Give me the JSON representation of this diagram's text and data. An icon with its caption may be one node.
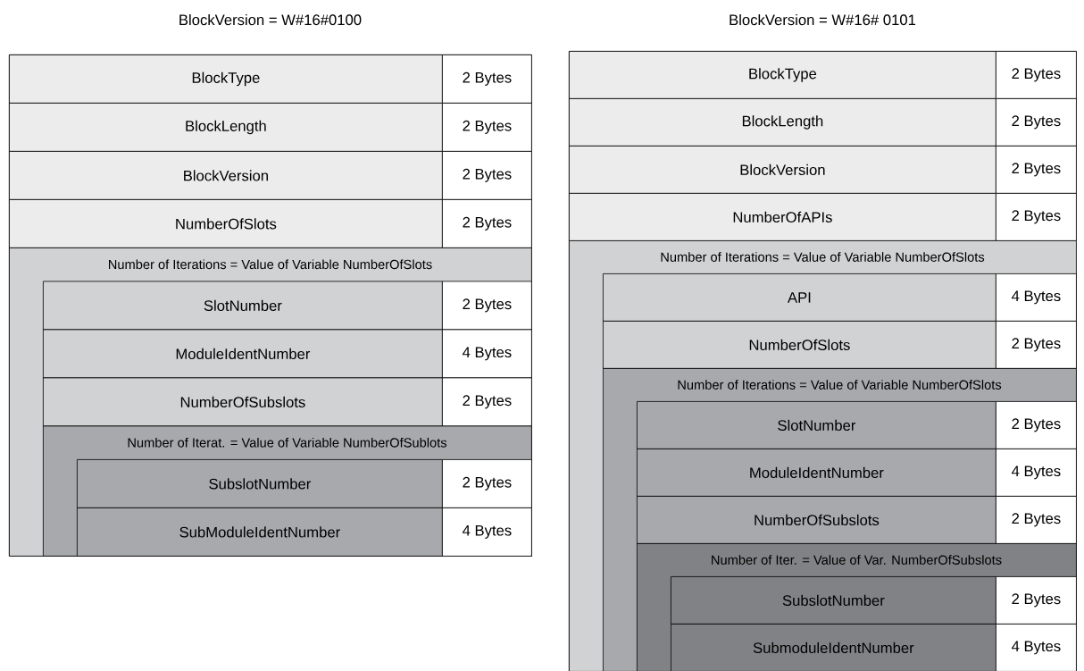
{
  "diagram": {
    "nodes": [
      {
        "text": [
          "BlockVersion = W#16#0100"
        ]
      },
      {
        "text": [
          "BlockType",
          "2 Bytes"
        ],
        "in": 0
      },
      {
        "text": [
          "BlockLength",
          "2 Bytes"
        ],
        "in": 0
      },
      {
        "text": [
          "BlockVersion",
          "2 Bytes"
        ],
        "in": 0
      },
      {
        "text": [
          "NumberOfSlots",
          "2 Bytes"
        ],
        "in": 0
      },
      {
        "text": [
          "Number of Iterations = Value of Variable NumberOfSlots"
        ],
        "in": 0
      },
      {
        "text": [
          "SlotNumber",
          "2 Bytes"
        ],
        "in": 5
      },
      {
        "text": [
          "ModuleIdentNumber",
          "4 Bytes"
        ],
        "in": 5
      },
      {
        "text": [
          "NumberOfSubslots",
          "2 Bytes"
        ],
        "in": 5
      },
      {
        "text": [
          "Number of Iterat. = Value of Variable NumberOfSublots"
        ],
        "in": 5
      },
      {
        "text": [
          "SubslotNumber",
          "2 Bytes"
        ],
        "in": 9
      },
      {
        "text": [
          "SubModuleIdentNumber",
          "4 Bytes"
        ],
        "in": 9
      },
      {
        "text": [
          "BlockVersion = W#16# 0101"
        ]
      },
      {
        "text": [
          "BlockType",
          "2 Bytes"
        ],
        "in": 12
      },
      {
        "text": [
          "BlockLength",
          "2 Bytes"
        ],
        "in": 12
      },
      {
        "text": [
          "BlockVersion",
          "2 Bytes"
        ],
        "in": 12
      },
      {
        "text": [
          "NumberOfAPIs",
          "2 Bytes"
        ],
        "in": 12
      },
      {
        "text": [
          "Number of Iterations = Value of Variable NumberOfSlots"
        ],
        "in": 12
      },
      {
        "text": [
          "API",
          "4 Bytes"
        ],
        "in": 17
      },
      {
        "text": [
          "NumberOfSlots",
          "2 Bytes"
        ],
        "in": 17
      },
      {
        "text": [
          "Number of Iterations = Value of Variable NumberOfSlots"
        ],
        "in": 17
      },
      {
        "text": [
          "SlotNumber",
          "2 Bytes"
        ],
        "in": 20
      },
      {
        "text": [
          "ModuleIdentNumber",
          "4 Bytes"
        ],
        "in": 20
      },
      {
        "text": [
          "NumberOfSubslots",
          "2 Bytes"
        ],
        "in": 20
      },
      {
        "text": [
          "Number of Iter. = Value of Var. NumberOfSubslots"
        ],
        "in": 20
      },
      {
        "text": [
          "SubslotNumber",
          "2 Bytes"
        ],
        "in": 24
      },
      {
        "text": [
          "SubmoduleIdentNumber",
          "4 Bytes"
        ],
        "in": 24
      }
    ]
  }
}
